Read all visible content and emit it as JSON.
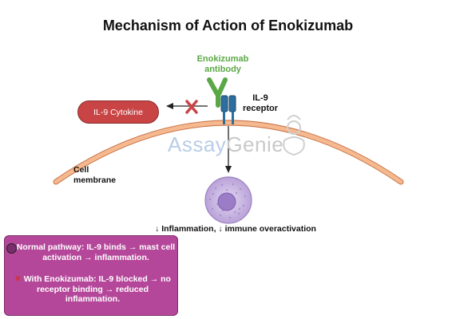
{
  "title": "Mechanism of Action of Enokizumab",
  "antibody": {
    "label_line1": "Enokizumab",
    "label_line2": "antibody",
    "color": "#5aa845"
  },
  "receptor": {
    "label_line1": "IL-9",
    "label_line2": "receptor",
    "color": "#2e6e9e"
  },
  "cytokine": {
    "label": "IL-9 Cytokine",
    "color": "#c94545"
  },
  "membrane": {
    "label_line1": "Cell",
    "label_line2": "membrane",
    "color": "#f2a77a"
  },
  "watermark": {
    "part1": "Assay",
    "part2": "Genie"
  },
  "outcome": "↓ Inflammation, ↓ immune overactivation",
  "info_box": {
    "normal": "Normal pathway: IL-9 binds → mast cell activation → inflammation.",
    "blocked_mark": "✕",
    "blocked": " With Enokizumab: IL-9 blocked → no receptor binding → reduced inflammation.",
    "color": "#b5479a"
  },
  "icons": {
    "block": "x-block-icon",
    "mast_cell": "mast-cell-icon"
  }
}
